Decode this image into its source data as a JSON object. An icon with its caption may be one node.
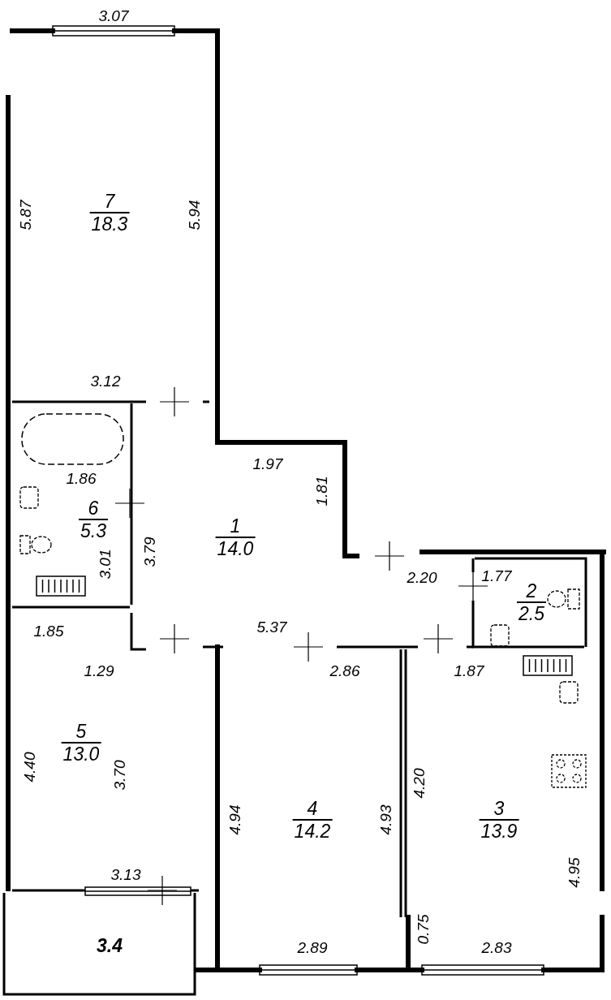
{
  "diagram": {
    "nodes": [
      {
        "text": [
          "7",
          "18.3"
        ]
      },
      {
        "text": [
          "6",
          "5.3"
        ]
      },
      {
        "text": [
          "1",
          "14.0"
        ]
      },
      {
        "text": [
          "2",
          "2.5"
        ]
      },
      {
        "text": [
          "5",
          "13.0"
        ]
      },
      {
        "text": [
          "4",
          "14.2"
        ]
      },
      {
        "text": [
          "3",
          "13.9"
        ]
      },
      {
        "text": [
          "3.4"
        ]
      }
    ],
    "labels": [
      "3.07",
      "5.87",
      "5.94",
      "3.12",
      "1.97",
      "1.86",
      "1.81",
      "3.79",
      "3.01",
      "2.20",
      "1.77",
      "1.85",
      "5.37",
      "1.29",
      "2.86",
      "1.87",
      "4.40",
      "3.70",
      "4.94",
      "4.93",
      "4.20",
      "4.95",
      "3.13",
      "0.75",
      "2.89",
      "2.83"
    ]
  }
}
